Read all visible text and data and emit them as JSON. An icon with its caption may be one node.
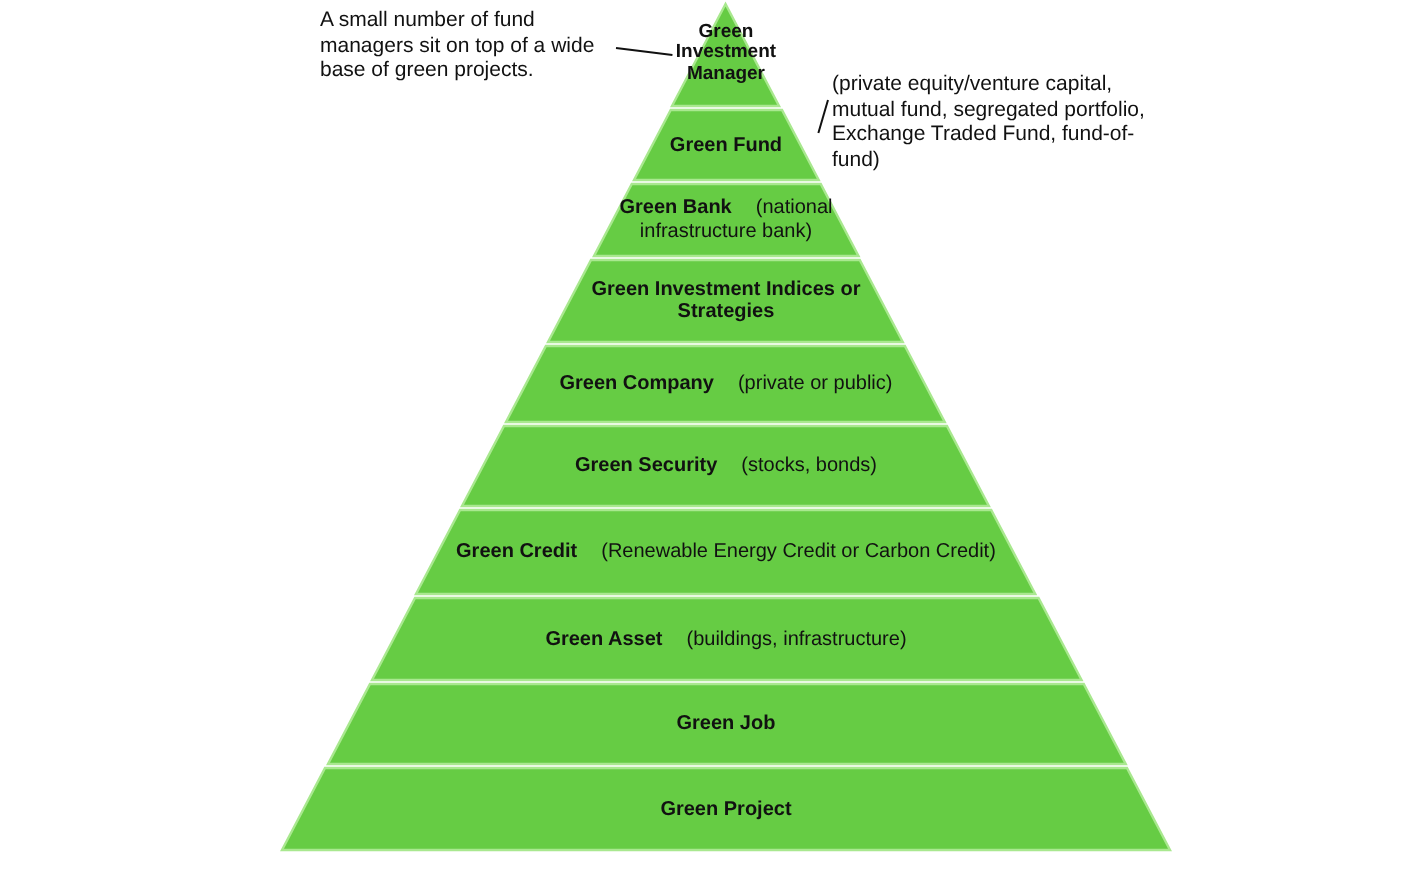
{
  "diagram": {
    "nodes": [
      {
        "text": [
          "A small number of fund managers sit on top of a wide base of green projects."
        ]
      },
      {
        "text": [
          "Green Investment Manager"
        ]
      },
      {
        "text": [
          "Green Fund"
        ]
      },
      {
        "text": [
          "(private equity/venture capital, mutual fund, segregated portfolio, Exchange Traded Fund, fund-of-fund)"
        ]
      },
      {
        "text": [
          "Green Bank",
          "(national infrastructure bank)"
        ]
      },
      {
        "text": [
          "Green Investment Indices or Strategies"
        ]
      },
      {
        "text": [
          "Green Company",
          "(private or public)"
        ]
      },
      {
        "text": [
          "Green Security",
          "(stocks, bonds)"
        ]
      },
      {
        "text": [
          "Green Credit",
          "(Renewable Energy Credit or Carbon Credit)"
        ]
      },
      {
        "text": [
          "Green Asset",
          "(buildings, infrastructure)"
        ]
      },
      {
        "text": [
          "Green Job"
        ]
      },
      {
        "text": [
          "Green Project"
        ]
      }
    ],
    "edges": [
      {
        "from": 0,
        "to": 1,
        "arrow": "none"
      },
      {
        "from": 3,
        "to": 2,
        "arrow": "none"
      }
    ]
  }
}
